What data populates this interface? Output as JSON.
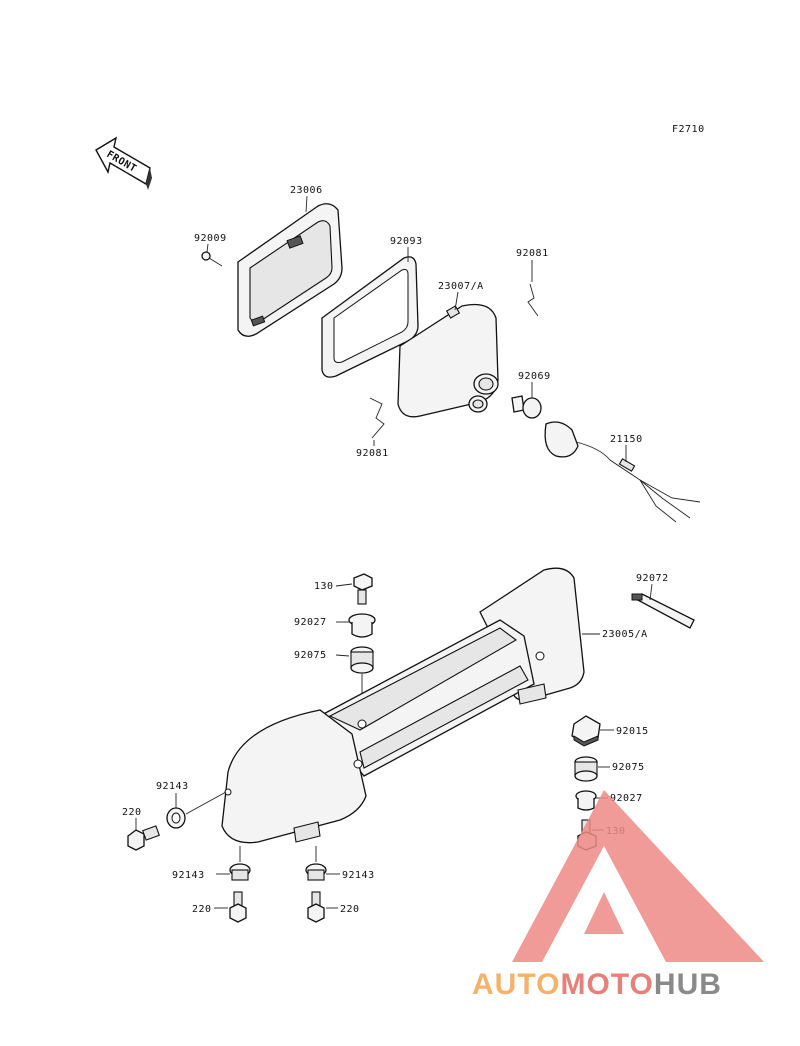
{
  "figure_code": "F2710",
  "front_label": "FRONT",
  "labels": {
    "p23006": "23006",
    "p92009": "92009",
    "p92093": "92093",
    "p92081a": "92081",
    "p23007a": "23007/A",
    "p92069": "92069",
    "p92081b": "92081",
    "p21150": "21150",
    "p130a": "130",
    "p92072": "92072",
    "p92027a": "92027",
    "p23005a": "23005/A",
    "p92075a": "92075",
    "p92015": "92015",
    "p92143a": "92143",
    "p92075b": "92075",
    "p92027b": "92027",
    "p220a": "220",
    "p130b": "130",
    "p92143b": "92143",
    "p92143c": "92143",
    "p220b": "220",
    "p220c": "220"
  },
  "watermark": {
    "part1": "AUTO",
    "part2": "MOTO",
    "part3": "HUB",
    "color1": "#f5b26b",
    "color2": "#e8807a",
    "color3": "#8a8a8a",
    "triangle_color": "#ee8a85"
  }
}
